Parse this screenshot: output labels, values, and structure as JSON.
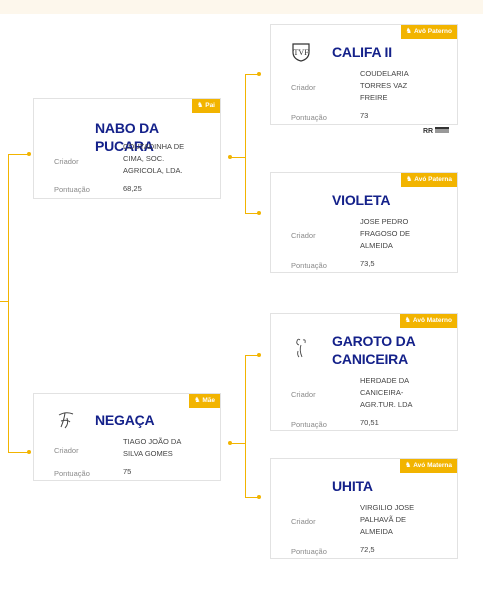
{
  "pai": {
    "badge": "Pai",
    "name": "NABO DA PUCARA",
    "criador_label": "Criador",
    "criador": [
      "COUTADINHA DE",
      "CIMA, SOC.",
      "AGRICOLA, LDA."
    ],
    "pontuacao_label": "Pontuação",
    "pontuacao": "68,25"
  },
  "mae": {
    "badge": "Mãe",
    "name": "NEGAÇA",
    "criador_label": "Criador",
    "criador": [
      "TIAGO JOÃO DA",
      "SILVA GOMES"
    ],
    "pontuacao_label": "Pontuação",
    "pontuacao": "75"
  },
  "avo_paterno_1": {
    "badge": "Avô Paterno",
    "name": "CALIFA II",
    "criador_label": "Criador",
    "criador": [
      "COUDELARIA",
      "TORRES VAZ",
      "FREIRE"
    ],
    "pontuacao_label": "Pontuação",
    "pontuacao": "73",
    "extra": "RR"
  },
  "avo_paterno_2": {
    "badge": "Avó Paterna",
    "name": "VIOLETA",
    "criador_label": "Criador",
    "criador": [
      "JOSE PEDRO",
      "FRAGOSO DE",
      "ALMEIDA"
    ],
    "pontuacao_label": "Pontuação",
    "pontuacao": "73,5"
  },
  "avo_materno_1": {
    "badge": "Avô Materno",
    "name_line1": "GAROTO DA",
    "name_line2": "CANICEIRA",
    "criador_label": "Criador",
    "criador": [
      "HERDADE DA",
      "CANICEIRA-",
      "AGR.TUR. LDA"
    ],
    "pontuacao_label": "Pontuação",
    "pontuacao": "70,51"
  },
  "avo_materno_2": {
    "badge": "Avó Materna",
    "name": "UHITA",
    "criador_label": "Criador",
    "criador": [
      "VIRGILIO JOSE",
      "PALHAVÃ DE",
      "ALMEIDA"
    ],
    "pontuacao_label": "Pontuação",
    "pontuacao": "72,5"
  },
  "accent_color": "#f2b400",
  "name_color": "#14218a",
  "icons": {
    "badge": "horse-icon",
    "califa_logo": "tvf-brand-icon",
    "negaca_logo": "signature-brand-icon",
    "garoto_logo": "brand-mark-icon"
  }
}
